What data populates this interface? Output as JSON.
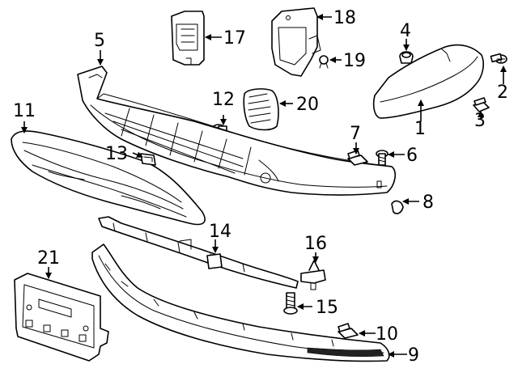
{
  "colors": {
    "line": "#000000",
    "background": "#ffffff"
  },
  "callouts": {
    "c1": "1",
    "c2": "2",
    "c3": "3",
    "c4": "4",
    "c5": "5",
    "c6": "6",
    "c7": "7",
    "c8": "8",
    "c9": "9",
    "c10": "10",
    "c11": "11",
    "c12": "12",
    "c13": "13",
    "c14": "14",
    "c15": "15",
    "c16": "16",
    "c17": "17",
    "c18": "18",
    "c19": "19",
    "c20": "20",
    "c21": "21"
  }
}
